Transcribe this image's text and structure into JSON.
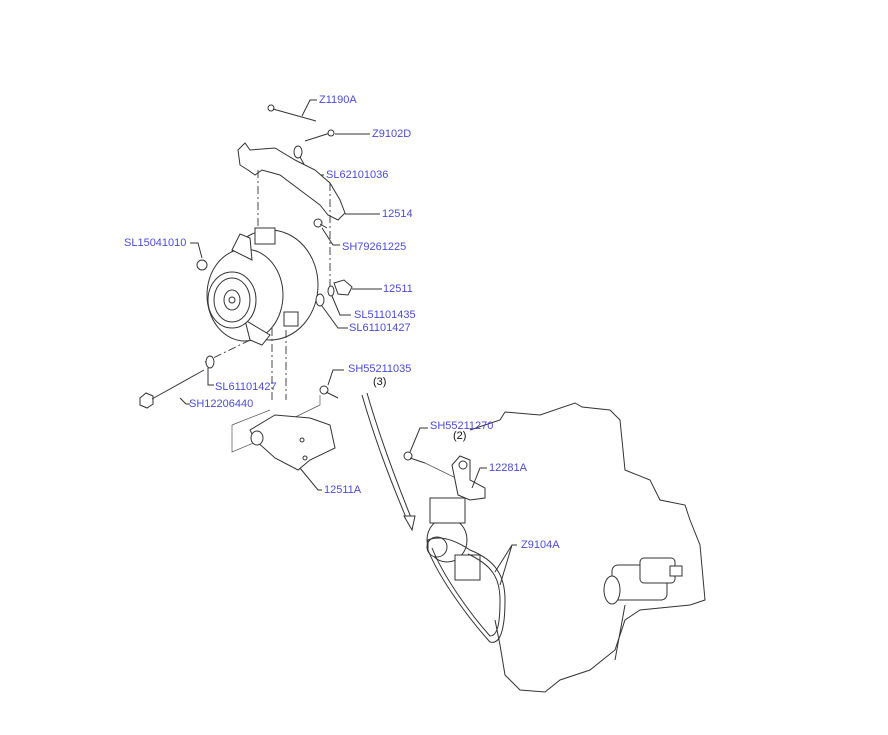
{
  "diagram": {
    "label_color": "#4b4bd6",
    "labels": {
      "z1190a": "Z1190A",
      "z9102d": "Z9102D",
      "sl62101036": "SL62101036",
      "p12514": "12514",
      "sh79261225": "SH79261225",
      "sl15041010": "SL15041010",
      "p12511": "12511",
      "sl51101435": "SL51101435",
      "sl61101427_a": "SL61101427",
      "sl61101427_b": "SL61101427",
      "sh12206440": "SH12206440",
      "sh55211035": "SH55211035",
      "p12511a": "12511A",
      "sh55211270": "SH55211270",
      "p12281a": "12281A",
      "z9104a": "Z9104A"
    },
    "quantities": {
      "sh55211035": "(3)",
      "sh55211270": "(2)"
    }
  }
}
